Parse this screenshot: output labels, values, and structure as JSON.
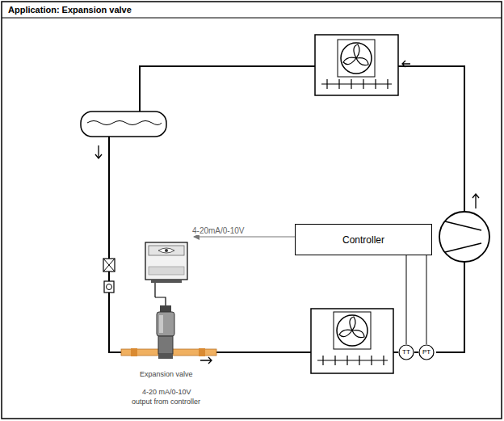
{
  "diagram": {
    "title": "Application: Expansion valve",
    "nodes": [
      {
        "text": [
          "Controller"
        ]
      },
      {
        "text": [
          "TT"
        ]
      },
      {
        "text": [
          "PT"
        ]
      }
    ],
    "edges": [
      {
        "from": 0,
        "to": 1,
        "arrow": "none"
      },
      {
        "from": 0,
        "to": 2,
        "arrow": "none"
      }
    ],
    "labels": [
      "4-20mA/0-10V",
      "Expansion valve",
      "4-20 mA/0-10V",
      "output from controller"
    ]
  }
}
